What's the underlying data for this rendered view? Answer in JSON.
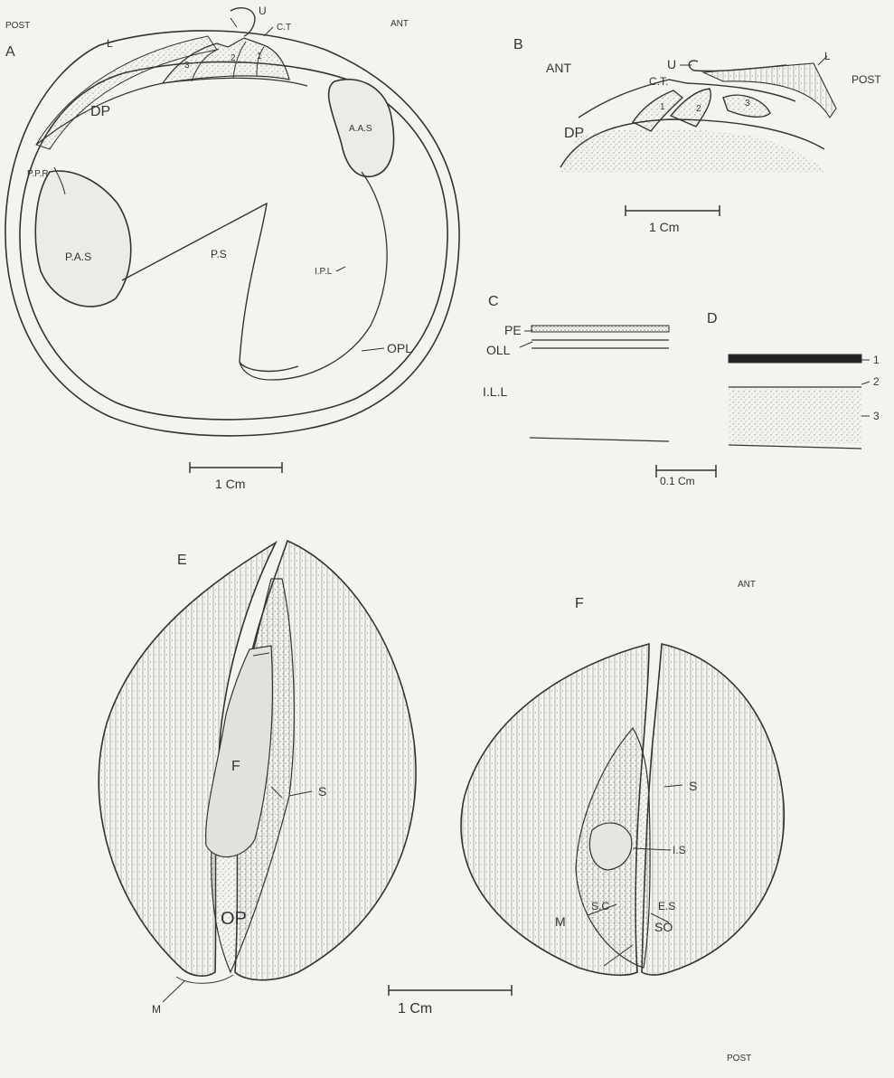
{
  "panels": {
    "a": {
      "letter": "A",
      "orient_left": "POST",
      "orient_right": "ANT",
      "labels": {
        "u": "U",
        "ct": "C.T",
        "l": "L",
        "t3": "3",
        "t2": "2",
        "t1": "1",
        "dp": "DP",
        "aas": "A.A.S",
        "ppr": "P.P.R",
        "pas": "P.A.S",
        "ps": "P.S",
        "ipl": "I.P.L",
        "opl": "OPL"
      },
      "scale": "1 Cm"
    },
    "b": {
      "letter": "B",
      "orient_left": "ANT",
      "orient_right": "POST",
      "labels": {
        "u": "U",
        "l": "L",
        "ct": "C.T.",
        "t1": "1",
        "t2": "2",
        "t3": "3",
        "dp": "DP"
      },
      "scale": "1 Cm"
    },
    "c": {
      "letter": "C",
      "labels": {
        "pe": "PE",
        "oll": "OLL",
        "ill": "I.L.L"
      }
    },
    "d": {
      "letter": "D",
      "layers": [
        "1",
        "2",
        "3"
      ],
      "scale": "0.1 Cm"
    },
    "e": {
      "letter": "E",
      "labels": {
        "f": "F",
        "s": "S",
        "op": "OP",
        "m": "M"
      }
    },
    "f": {
      "letter": "F",
      "orient_top": "ANT",
      "orient_bottom": "POST",
      "labels": {
        "s": "S",
        "is": "I.S",
        "sc": "S.C",
        "es": "E.S",
        "so": "SO",
        "m": "M"
      }
    },
    "ef_scale": "1 Cm"
  }
}
